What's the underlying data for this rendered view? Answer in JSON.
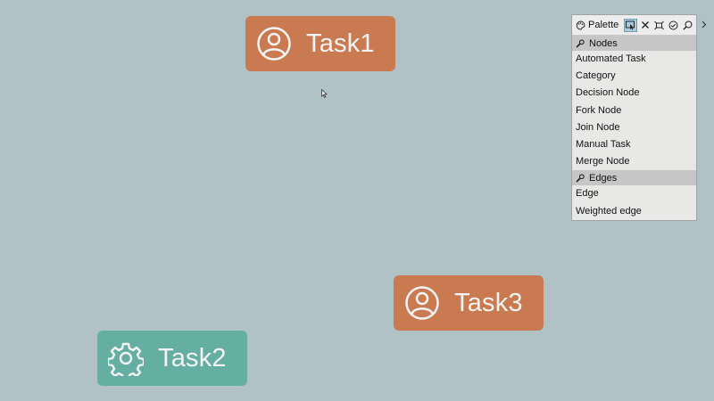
{
  "nodes": [
    {
      "label": "Task1",
      "kind": "manual",
      "icon": "user-icon"
    },
    {
      "label": "Task2",
      "kind": "automated",
      "icon": "gear-icon"
    },
    {
      "label": "Task3",
      "kind": "manual",
      "icon": "user-icon"
    }
  ],
  "palette": {
    "title": "Palette",
    "tools": [
      "selection-tool-icon",
      "delete-icon",
      "fit-to-screen-icon",
      "validate-icon",
      "search-icon"
    ],
    "groups": [
      {
        "label": "Nodes",
        "items": [
          "Automated Task",
          "Category",
          "Decision Node",
          "Fork Node",
          "Join Node",
          "Manual Task",
          "Merge Node"
        ]
      },
      {
        "label": "Edges",
        "items": [
          "Edge",
          "Weighted edge"
        ]
      }
    ]
  },
  "colors": {
    "background": "#b0c2c5",
    "manual_task": "#c97a51",
    "automated_task": "#65aea2",
    "palette_group_header": "#c6c6c6"
  }
}
